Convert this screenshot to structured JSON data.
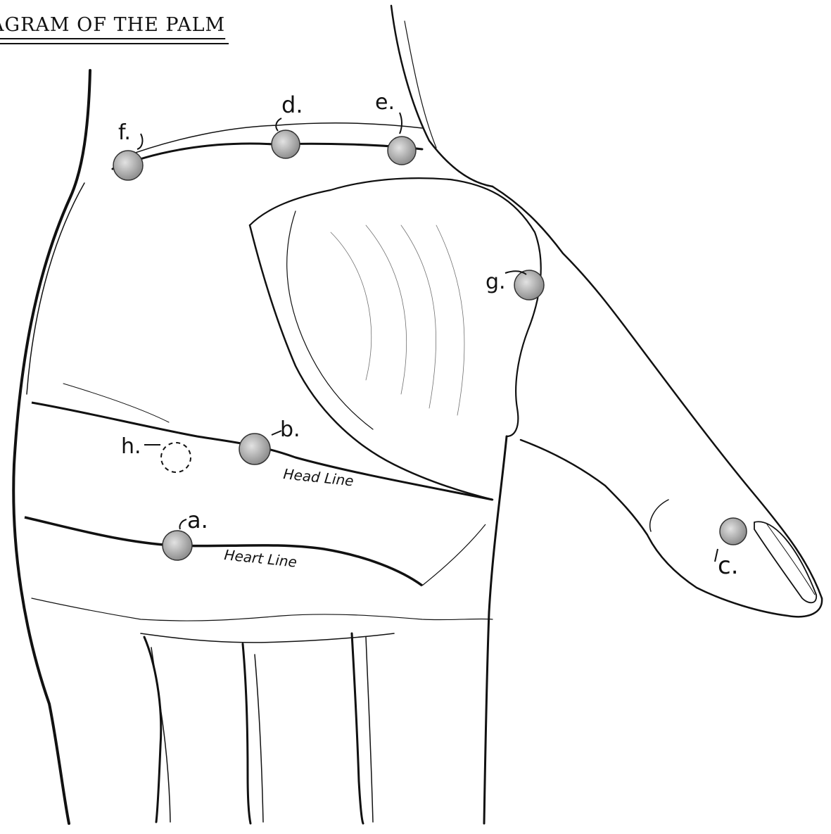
{
  "diagram": {
    "title": "AGRAM OF THE PALM",
    "lines": {
      "head": "Head Line",
      "heart": "Heart Line"
    },
    "points": [
      {
        "id": "a",
        "label": "a.",
        "style": "filled"
      },
      {
        "id": "b",
        "label": "b.",
        "style": "filled"
      },
      {
        "id": "c",
        "label": "c.",
        "style": "filled"
      },
      {
        "id": "d",
        "label": "d.",
        "style": "filled"
      },
      {
        "id": "e",
        "label": "e.",
        "style": "filled"
      },
      {
        "id": "f",
        "label": "f.",
        "style": "filled"
      },
      {
        "id": "g",
        "label": "g.",
        "style": "filled"
      },
      {
        "id": "h",
        "label": "h.",
        "style": "dashed"
      }
    ],
    "colors": {
      "ink": "#111111",
      "dot": "#b9b9b9",
      "paper": "#ffffff"
    }
  }
}
